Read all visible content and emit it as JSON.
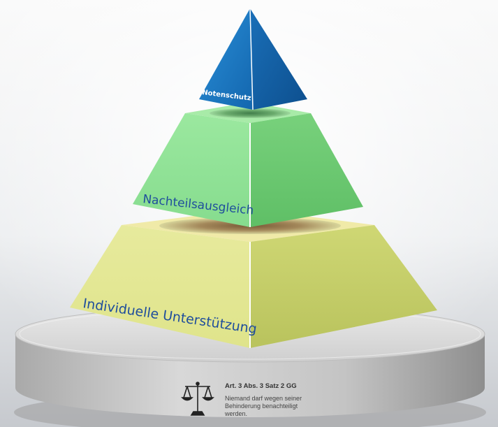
{
  "pyramid": {
    "tiers": [
      {
        "label": "Notenschutz",
        "color": "#1a78c2"
      },
      {
        "label": "Nachteilsausgleich",
        "color": "#7ed487"
      },
      {
        "label": "Individuelle Unterstützung",
        "color": "#d6dd80"
      }
    ]
  },
  "pedestal": {
    "icon": "scales-of-justice-icon",
    "title": "Art. 3 Abs. 3 Satz 2 GG",
    "text_lines": [
      "Niemand darf wegen seiner",
      "Behinderung benachteiligt",
      "werden."
    ]
  },
  "colors": {
    "background_top": "#f3f3f3",
    "background_bottom": "#c9ccd1",
    "pedestal": "#c8c8c8",
    "label_blue": "#1f4e9c"
  }
}
